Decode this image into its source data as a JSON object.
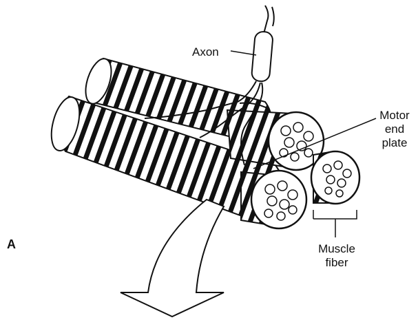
{
  "figure": {
    "panel_label": "A",
    "labels": {
      "axon": "Axon",
      "motor_end_plate": "Motor\nend\nplate",
      "muscle_fiber": "Muscle\nfiber"
    },
    "colors": {
      "ink": "#111111",
      "paper": "#ffffff"
    }
  }
}
